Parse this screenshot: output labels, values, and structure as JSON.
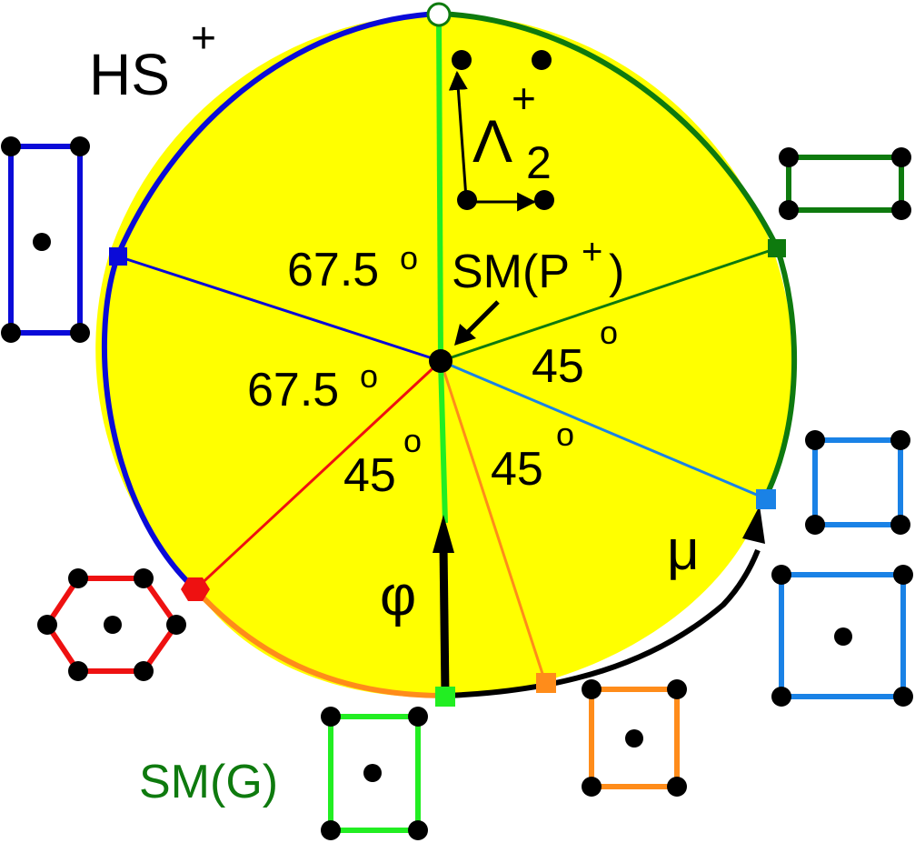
{
  "colors": {
    "disk_fill": "#ffff00",
    "blue": "#0a0ad8",
    "dark_green": "#0e7a0e",
    "light_green": "#22ee22",
    "light_blue": "#1a82e6",
    "orange": "#ff8c1a",
    "red": "#ee1111",
    "black": "#000000"
  },
  "labels": {
    "hs": "HS",
    "hs_sup": "+",
    "lambda": "Λ",
    "lambda_sup": "+",
    "lambda_sub": "2",
    "sm_p": "SM(P",
    "sm_p_sup": "+",
    "sm_p_close": ")",
    "sm_g": "SM(G)",
    "angle_top_left": "67.5",
    "angle_left": "67.5",
    "angle_right": "45",
    "angle_bottom_left": "45",
    "angle_bottom_mid": "45",
    "degree": "o",
    "phi": "φ",
    "mu": "μ"
  },
  "icons": {
    "center_point": "center-dot-icon",
    "top_marker": "hollow-circle-icon"
  }
}
